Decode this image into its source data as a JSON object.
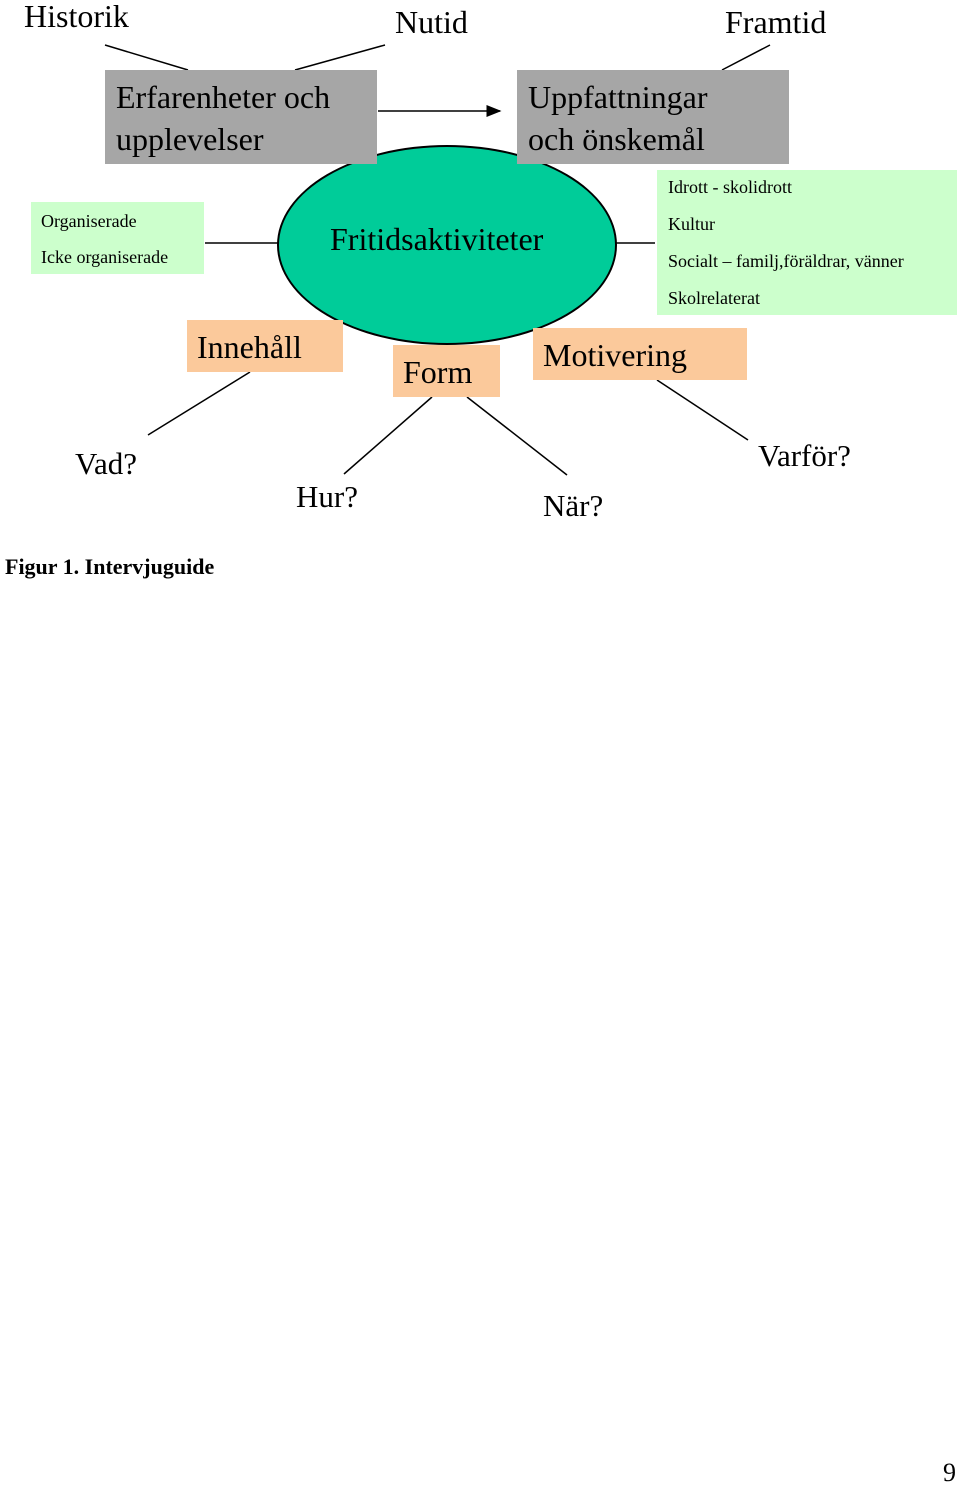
{
  "time_labels": {
    "historik": "Historik",
    "nutid": "Nutid",
    "framtid": "Framtid"
  },
  "boxes": {
    "erfarenheter": [
      "Erfarenheter och",
      "upplevelser"
    ],
    "uppfattningar": [
      "Uppfattningar",
      "och önskemål"
    ],
    "center": "Fritidsaktiviteter",
    "innehall": "Innehåll",
    "form": "Form",
    "motivering": "Motivering"
  },
  "left_list": [
    "Organiserade",
    "Icke organiserade"
  ],
  "right_list": [
    "Idrott - skolidrott",
    "Kultur",
    "Socialt – familj,föräldrar, vänner",
    "Skolrelaterat"
  ],
  "questions": {
    "vad": "Vad?",
    "hur": "Hur?",
    "nar": "När?",
    "varfor": "Varför?"
  },
  "caption": "Figur 1. Intervjuguide",
  "page_number": "9",
  "colors": {
    "grey_box": "#a6a6a6",
    "peach_box": "#fbc99b",
    "green_box": "#ccffcc",
    "ellipse": "#00cc99"
  }
}
